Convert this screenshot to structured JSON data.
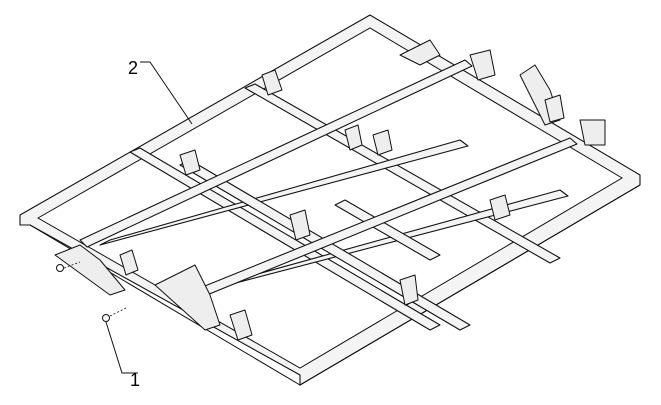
{
  "callouts": [
    {
      "id": "1",
      "label": "1"
    },
    {
      "id": "2",
      "label": "2"
    }
  ],
  "colors": {
    "line": "#111111",
    "background": "#ffffff",
    "watermark": "#c8c8c8"
  }
}
